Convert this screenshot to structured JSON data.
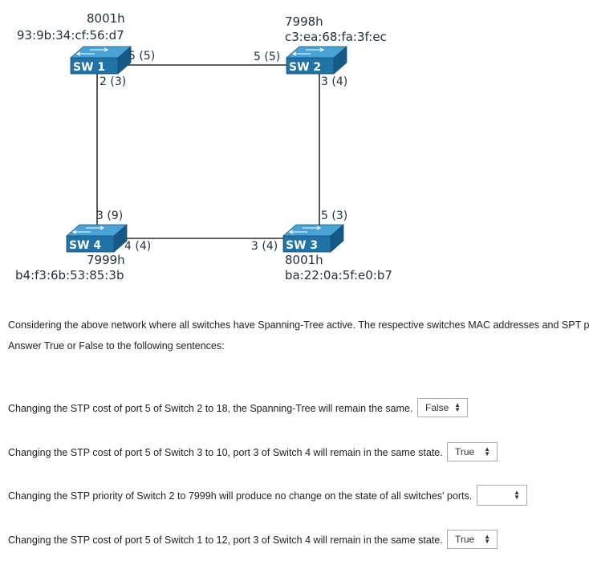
{
  "network": {
    "links": [
      {
        "from": "SW 1",
        "to": "SW 2"
      },
      {
        "from": "SW 1",
        "to": "SW 4"
      },
      {
        "from": "SW 2",
        "to": "SW 3"
      },
      {
        "from": "SW 4",
        "to": "SW 3"
      }
    ],
    "switches": {
      "sw1": {
        "name": "SW 1",
        "priority": "8001h",
        "mac": "93:9b:34:cf:56:d7",
        "port_right": "5 (5)",
        "port_down": "2 (3)"
      },
      "sw2": {
        "name": "SW 2",
        "priority": "7998h",
        "mac": "c3:ea:68:fa:3f:ec",
        "port_left": "5 (5)",
        "port_down": "3 (4)"
      },
      "sw3": {
        "name": "SW 3",
        "priority": "8001h",
        "mac": "ba:22:0a:5f:e0:b7",
        "port_up": "5 (3)",
        "port_left": "3 (4)"
      },
      "sw4": {
        "name": "SW 4",
        "priority": "7999h",
        "mac": "b4:f3:6b:53:85:3b",
        "port_up": "3 (9)",
        "port_right": "4 (4)"
      }
    },
    "colors": {
      "switch_front": "#1f73a8",
      "switch_top": "#4aa3d6",
      "switch_side": "#155a86",
      "link": "#000000"
    }
  },
  "question": {
    "intro": "Considering the above network where all switches have Spanning-Tree active. The respective switches MAC addresses and SPT p",
    "instruction": "Answer True or False to the following sentences:",
    "items": [
      {
        "text": "Changing the STP cost of port 5 of Switch 2 to 18, the Spanning-Tree will remain the same.",
        "selected": "False"
      },
      {
        "text": "Changing the STP cost of port 5 of Switch 3 to 10, port 3 of Switch 4 will remain in the same state.",
        "selected": "True"
      },
      {
        "text": "Changing the STP priority of Switch 2 to 7999h will produce no change on the state of all switches' ports.",
        "selected": ""
      },
      {
        "text": "Changing the STP cost of port 5 of Switch 1 to 12, port 3 of Switch 4 will remain in the same state.",
        "selected": "True"
      }
    ],
    "select_arrow_icon": "up-down-arrows-icon"
  }
}
